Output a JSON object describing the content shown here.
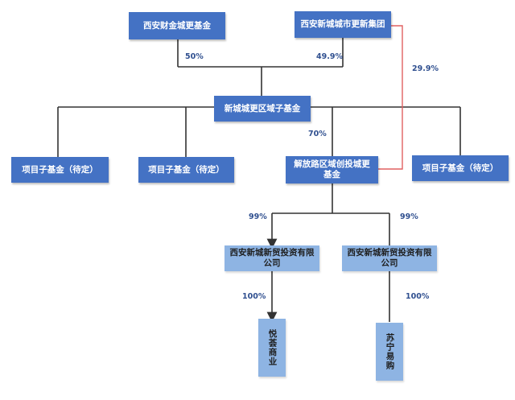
{
  "nodes": {
    "xian_finance_fund": "西安财金城更基金",
    "xian_new_city_group": "西安新城城市更新集团",
    "new_city_regional_fund": "新城城更区域子基金",
    "project_fund_1": "项目子基金（待定）",
    "project_fund_2": "项目子基金（待定）",
    "jiefang_road_fund": "解放路区域创投城更基金",
    "project_fund_3": "项目子基金（待定）",
    "xian_new_city_trade_1": "西安新城新贸投资有限公司",
    "xian_new_city_trade_2": "西安新城新贸投资有限公司",
    "yuehui_commerce": "悦荟商业",
    "suning": "苏宁易购"
  },
  "percentages": {
    "finance_to_regional": "50%",
    "group_to_regional": "49.9%",
    "group_to_jiefang": "29.9%",
    "regional_to_jiefang": "70%",
    "jiefang_to_trade_1": "99%",
    "jiefang_to_trade_2": "99%",
    "trade_1_to_yuehui": "100%",
    "trade_2_to_suning": "100%"
  },
  "colors": {
    "primary_box": "#4472c4",
    "secondary_box": "#8eb4e3",
    "connector": "#333333",
    "highlight_connector": "#e06060",
    "percent_label": "#2f4f8f"
  }
}
